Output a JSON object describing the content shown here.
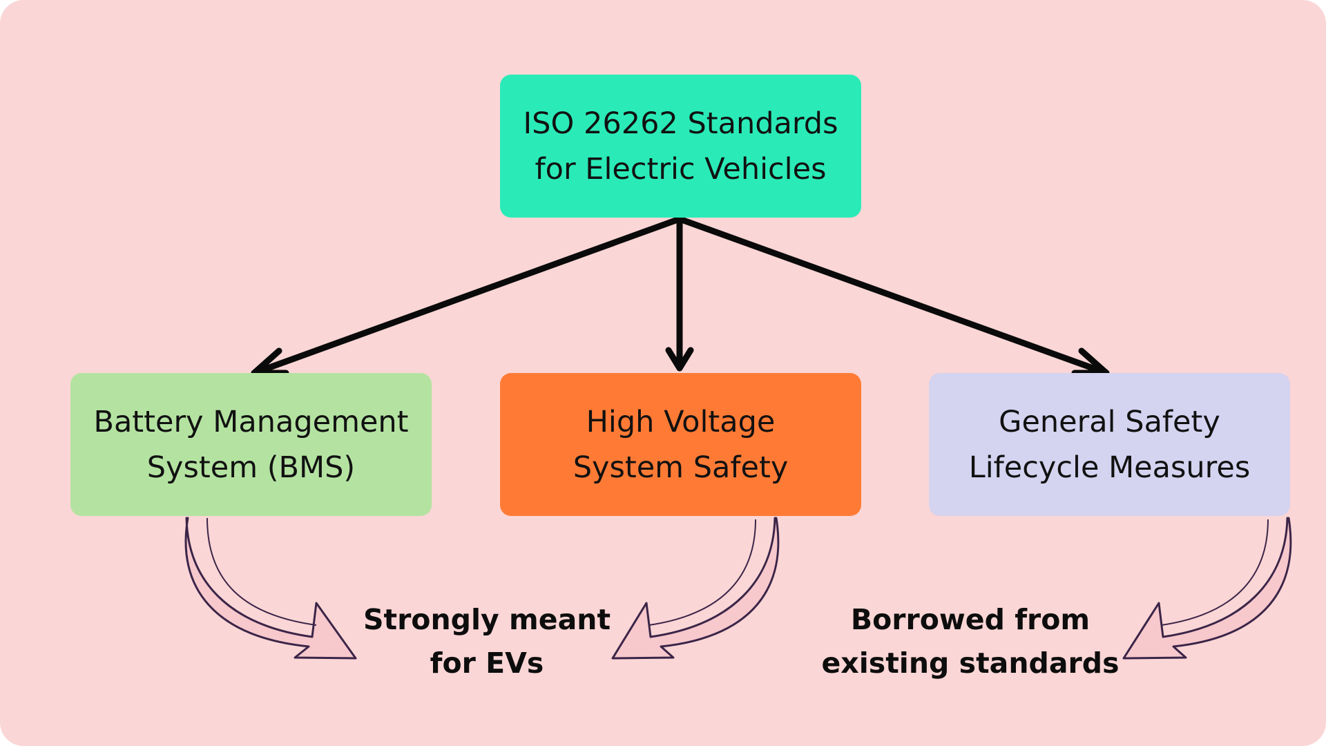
{
  "colors": {
    "background": "#fbd6d6",
    "root_box": "#2aebb8",
    "bms_box": "#b4e3a1",
    "hv_box": "#ff7b35",
    "general_box": "#d4d3f0",
    "connector": "#0a0a0a",
    "curved_arrow_outline": "#3b2548"
  },
  "diagram": {
    "root": {
      "label": "ISO 26262 Standards\nfor Electric Vehicles"
    },
    "children": [
      {
        "label": "Battery Management\nSystem (BMS)"
      },
      {
        "label": "High Voltage\nSystem Safety"
      },
      {
        "label": "General Safety\nLifecycle Measures"
      }
    ],
    "notes": [
      {
        "label": "Strongly meant\nfor EVs"
      },
      {
        "label": "Borrowed from\nexisting standards"
      }
    ],
    "icons": [
      "straight-arrow-icon",
      "curved-arrow-icon"
    ]
  }
}
